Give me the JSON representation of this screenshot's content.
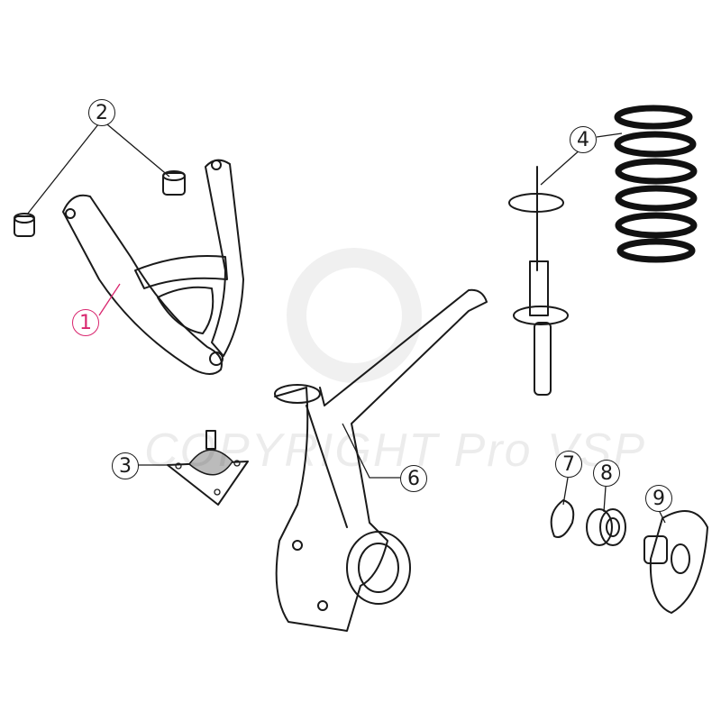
{
  "watermark": {
    "text": "COPYRIGHT Pro VSP",
    "symbol": "©"
  },
  "callouts": [
    {
      "number": "1",
      "part": "upper-control-arm",
      "color": "#d9256e"
    },
    {
      "number": "2",
      "part": "control-arm-bushings"
    },
    {
      "number": "3",
      "part": "ball-joint"
    },
    {
      "number": "4",
      "part": "shock-and-coil-spring"
    },
    {
      "number": "6",
      "part": "steering-knuckle"
    },
    {
      "number": "7",
      "part": "snap-ring"
    },
    {
      "number": "8",
      "part": "wheel-bearing"
    },
    {
      "number": "9",
      "part": "hub-flange"
    }
  ]
}
